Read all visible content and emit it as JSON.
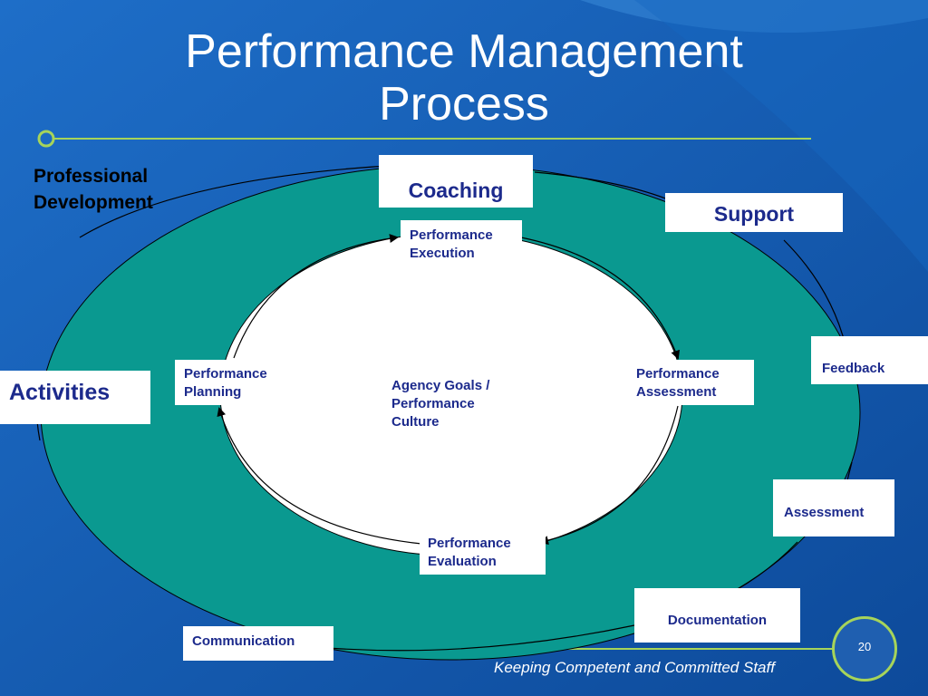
{
  "title_line1": "Performance Management",
  "title_line2": "Process",
  "professional_development": [
    "Professional",
    "Development"
  ],
  "outer_boxes": {
    "coaching": "Coaching",
    "support": "Support",
    "feedback": "Feedback",
    "assessment": "Assessment",
    "documentation": "Documentation",
    "communication": "Communication",
    "activities": "Activities"
  },
  "inner_boxes": {
    "execution": [
      "Performance",
      "Execution"
    ],
    "assessment": [
      "Performance",
      "Assessment"
    ],
    "evaluation": [
      "Performance",
      "Evaluation"
    ],
    "planning": [
      "Performance",
      "Planning"
    ]
  },
  "center_text": [
    "Agency Goals /",
    "Performance",
    "Culture"
  ],
  "footer": "Keeping Competent and Committed Staff",
  "slide_number": "20",
  "colors": {
    "background": "#1a5fb4",
    "outer_ring": "#0a9990",
    "accent_line": "#a6d45a",
    "box_text": "#1c2a8c"
  }
}
